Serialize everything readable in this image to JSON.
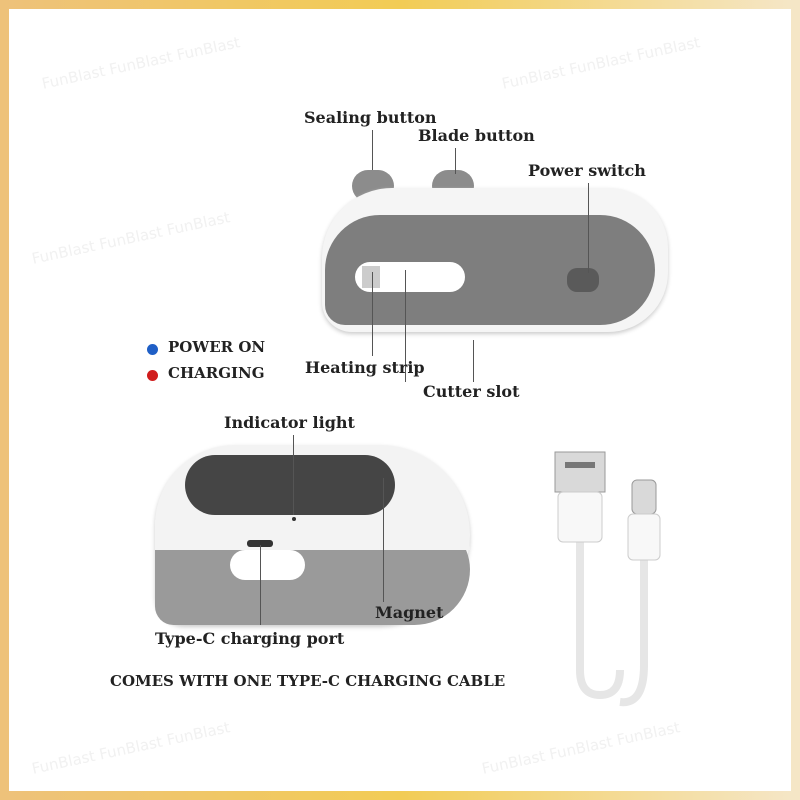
{
  "watermark": "FunBlast  FunBlast  FunBlast",
  "labels": {
    "sealing_button": "Sealing button",
    "blade_button": "Blade button",
    "power_switch": "Power switch",
    "heating_strip": "Heating strip",
    "cutter_slot": "Cutter slot",
    "indicator_light": "Indicator light",
    "magnet": "Magnet",
    "type_c_port": "Type-C charging port"
  },
  "legend": [
    {
      "label": "POWER ON",
      "color": "#1f5fc6"
    },
    {
      "label": "CHARGING",
      "color": "#d01c1c"
    }
  ],
  "caption": "COMES WITH ONE TYPE-C CHARGING CABLE"
}
